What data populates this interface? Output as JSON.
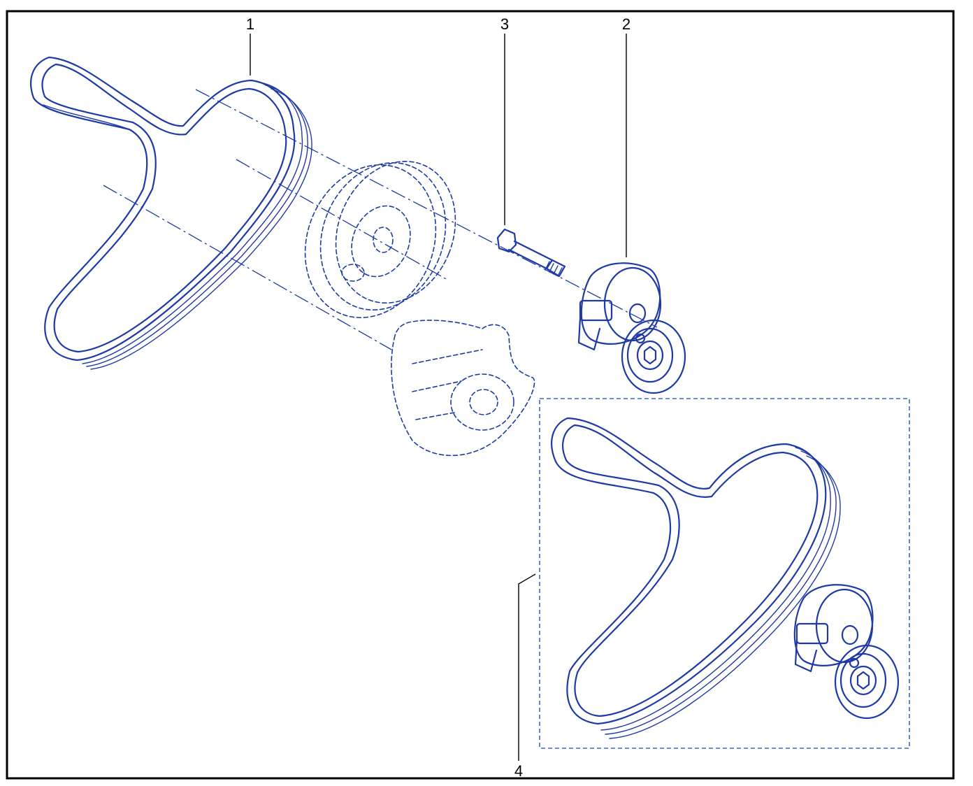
{
  "diagram": {
    "colors": {
      "ink": "#1f3aa6",
      "kit_frame": "#3d67c4",
      "frame": "#000000",
      "background": "#ffffff"
    },
    "callouts": [
      {
        "id": "1",
        "label": "1"
      },
      {
        "id": "2",
        "label": "2"
      },
      {
        "id": "3",
        "label": "3"
      },
      {
        "id": "4",
        "label": "4"
      }
    ]
  }
}
